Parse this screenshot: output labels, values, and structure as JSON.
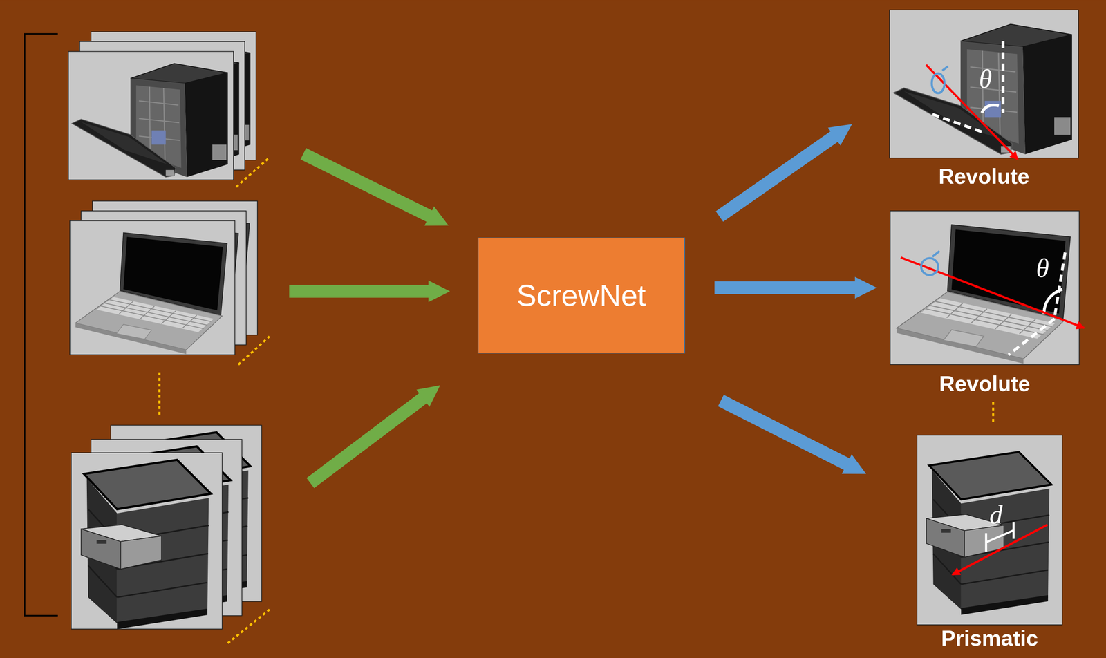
{
  "diagram": {
    "nodes": [
      {
        "text": [
          "ScrewNet"
        ]
      },
      {
        "text": [
          "Revolute"
        ]
      },
      {
        "text": [
          "Revolute"
        ]
      },
      {
        "text": [
          "Prismatic"
        ]
      }
    ],
    "edges": [
      {
        "from": 0,
        "to": 1,
        "arrow": "to"
      },
      {
        "from": 0,
        "to": 2,
        "arrow": "to"
      },
      {
        "from": 0,
        "to": 3,
        "arrow": "to"
      }
    ],
    "labels": [
      "θ",
      "θ",
      "d"
    ]
  }
}
